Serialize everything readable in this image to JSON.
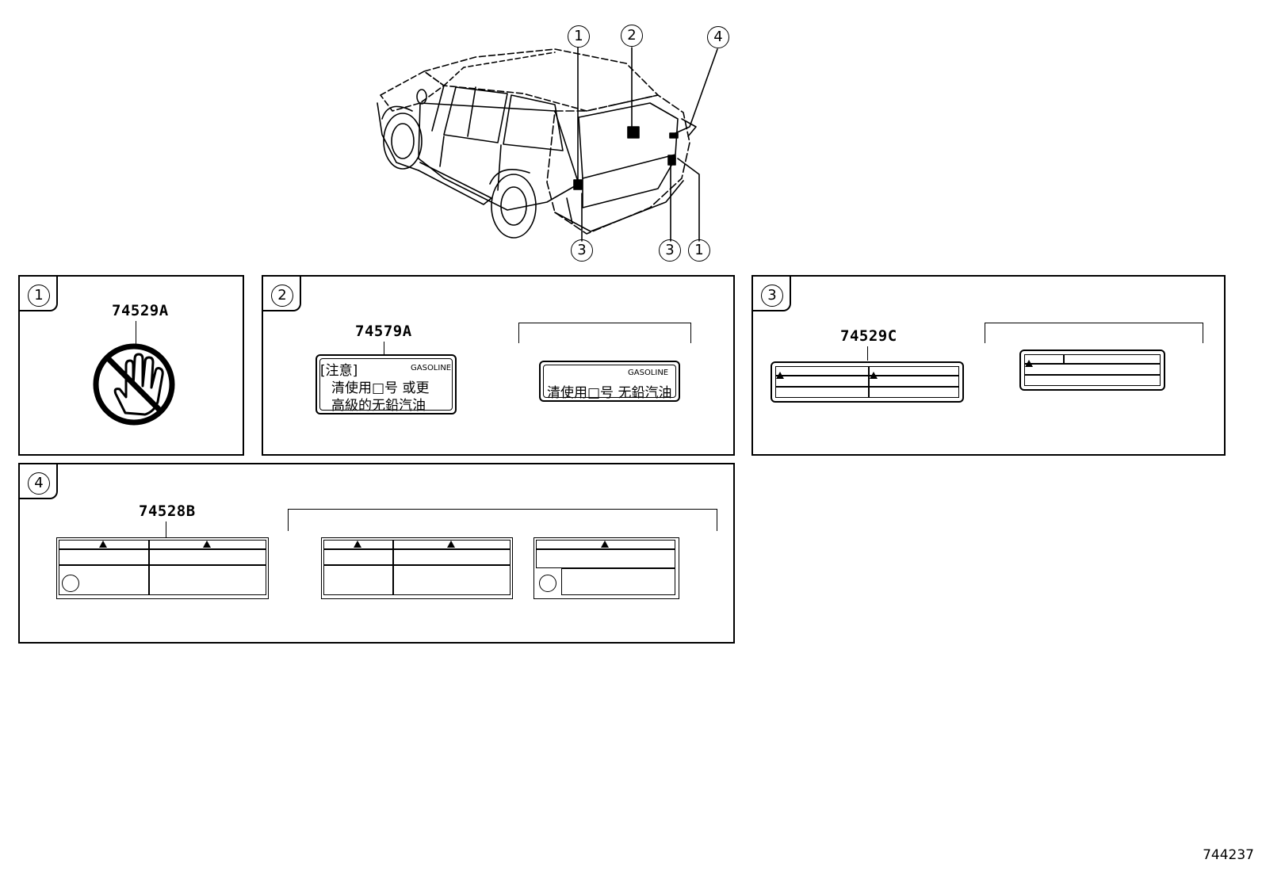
{
  "vehicle_callouts": [
    "1",
    "2",
    "4",
    "3",
    "3",
    "1"
  ],
  "panels": {
    "p1": {
      "num": "1",
      "part": "74529A"
    },
    "p2": {
      "num": "2",
      "part": "74579A",
      "label_a": {
        "header": "[注意]",
        "gasoline": "GASOLINE",
        "line1": "清使用□号 或更",
        "line2": "高級的无鉛汽油"
      },
      "label_b": {
        "gasoline": "GASOLINE",
        "line1": "清使用□号 无鉛汽油"
      }
    },
    "p3": {
      "num": "3",
      "part": "74529C"
    },
    "p4": {
      "num": "4",
      "part": "74528B"
    }
  },
  "diagram_id": "744237"
}
